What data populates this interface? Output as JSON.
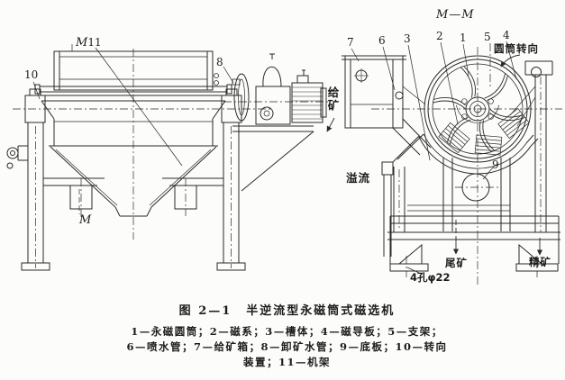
{
  "colors": {
    "ink": "#2a2a2a",
    "paper": "#fcfcfa"
  },
  "drawing": {
    "left_view": {
      "section_marker_top": "M",
      "callout_11": "11",
      "callout_10": "10",
      "callout_8": "8",
      "section_marker_bottom": "M"
    },
    "right_view": {
      "view_title": "M—M",
      "rotation_direction_label": "圆筒转向",
      "feed_label": "给矿",
      "overflow_label": "溢流",
      "tailings_label": "尾矿",
      "concentrate_label": "精矿",
      "holes_dimension_label": "4孔φ22",
      "callout_7": "7",
      "callout_6": "6",
      "callout_3": "3",
      "callout_2": "2",
      "callout_1": "1",
      "callout_5": "5",
      "callout_4": "4",
      "callout_9": "9"
    }
  },
  "caption": {
    "figure_number": "图 2—1",
    "figure_title": "半逆流型永磁筒式磁选机",
    "legend_line_1": "1—永磁圆筒；2—磁系；3—槽体；4—磁导板；5—支架；",
    "legend_line_2": "6—喷水管；7—给矿箱；8—卸矿水管；9—底板；10—转向",
    "legend_line_3": "装置；11—机架"
  }
}
